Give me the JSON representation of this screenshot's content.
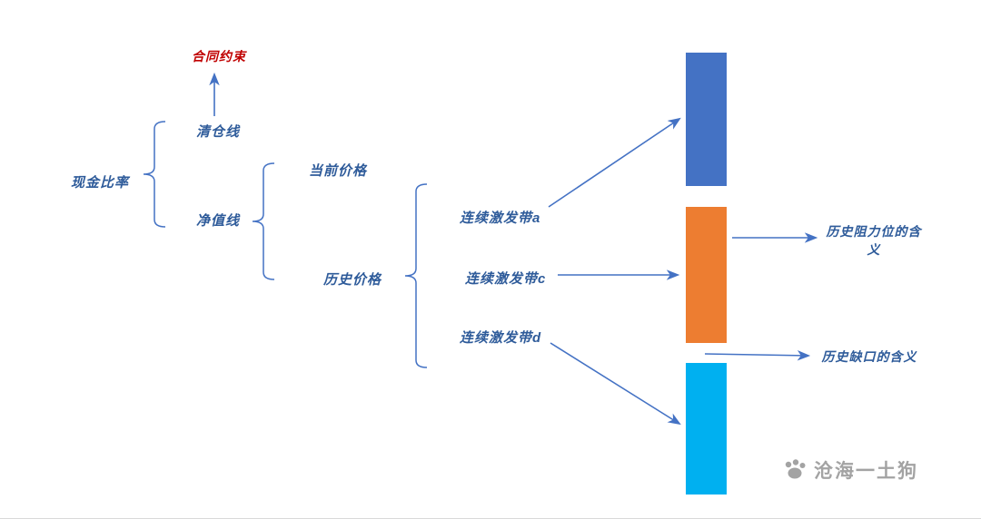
{
  "diagram": {
    "labels": {
      "contract": "合同约束",
      "cash_ratio": "现金比率",
      "liquidation_line": "清仓线",
      "net_value_line": "净值线",
      "current_price": "当前价格",
      "historical_price": "历史价格",
      "band_a": "连续激发带a",
      "band_c": "连续激发带c",
      "band_d": "连续激发带d",
      "resistance_meaning": "历史阻力位的含义",
      "gap_meaning": "历史缺口的含义"
    },
    "colors": {
      "label_text": "#2E5B9A",
      "contract_text": "#C00000",
      "connector": "#4472C4",
      "bar_blue": "#4472C4",
      "bar_orange": "#ED7D31",
      "bar_cyan": "#00B0F0",
      "watermark": "#A3A3A3"
    }
  },
  "watermark": {
    "text": "沧海一土狗"
  }
}
